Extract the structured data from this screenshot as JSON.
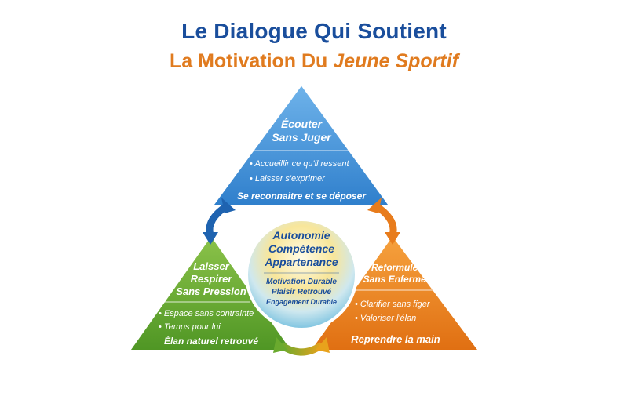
{
  "title": {
    "line1": "Le Dialogue Qui Soutient",
    "line2_prefix": "La Motivation Du ",
    "line2_accent": "Jeune Sportif"
  },
  "colors": {
    "title_blue": "#1a4e9c",
    "title_orange": "#e07b1f",
    "top_triangle": "#3f8fd6",
    "left_triangle": "#6aaa2e",
    "right_triangle": "#e8821c",
    "center_text": "#1a4e9c"
  },
  "top": {
    "heading_line1": "Écouter",
    "heading_line2": "Sans Juger",
    "bullet1": "• Accueillir ce qu'il ressent",
    "bullet2": "• Laisser s'exprimer",
    "footer": "Se reconnaitre et se déposer"
  },
  "left": {
    "heading_line1": "Laisser",
    "heading_line2": "Respirer",
    "heading_line3": "Sans Pression",
    "bullet1": "• Espace sans contrainte",
    "bullet2": "• Temps pour lui",
    "footer": "Élan naturel retrouvé"
  },
  "right": {
    "heading_line1": "Reformuler",
    "heading_line2": "Sans Enfermer",
    "bullet1": "• Clarifier sans figer",
    "bullet2": "• Valoriser l'élan",
    "footer": "Reprendre la main"
  },
  "center": {
    "line1": "Autonomie",
    "line2": "Compétence",
    "line3": "Appartenance",
    "sub1": "Motivation Durable",
    "sub2": "Plaisir Retrouvé",
    "sub3": "Engagement Durable"
  }
}
